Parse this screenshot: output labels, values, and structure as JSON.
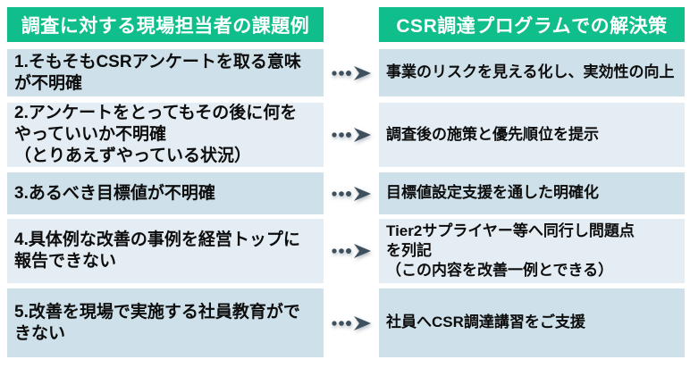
{
  "diagram": {
    "left_header": "調査に対する現場担当者の課題例",
    "right_header": "CSR調達プログラムでの解決策",
    "arrow_icon": "dotted-arrow-right-icon",
    "colors": {
      "header_bg": "#10be8b",
      "header_text": "#ffffff",
      "row_odd_bg": "#cee0e9",
      "row_even_bg": "#e3edf3",
      "arrow": "#3e4f5e",
      "body_text": "#0d0d0d"
    }
  },
  "rows": [
    {
      "challenge": "1.そもそもCSRアンケートを取る意味\nが不明確",
      "solution": "事業のリスクを見える化し、実効性の向上"
    },
    {
      "challenge": "2.アンケートをとってもその後に何を\nやっていいか不明確\n（とりあえずやっている状況）",
      "solution": "調査後の施策と優先順位を提示"
    },
    {
      "challenge": "3.あるべき目標値が不明確",
      "solution": "目標値設定支援を通した明確化"
    },
    {
      "challenge": "4.具体例な改善の事例を経営トップに\n報告できない",
      "solution": "Tier2サプライヤー等へ同行し問題点\nを列記\n（この内容を改善一例とできる）"
    },
    {
      "challenge": "5.改善を現場で実施する社員教育がで\nきない",
      "solution": "社員へCSR調達講習をご支援"
    }
  ]
}
